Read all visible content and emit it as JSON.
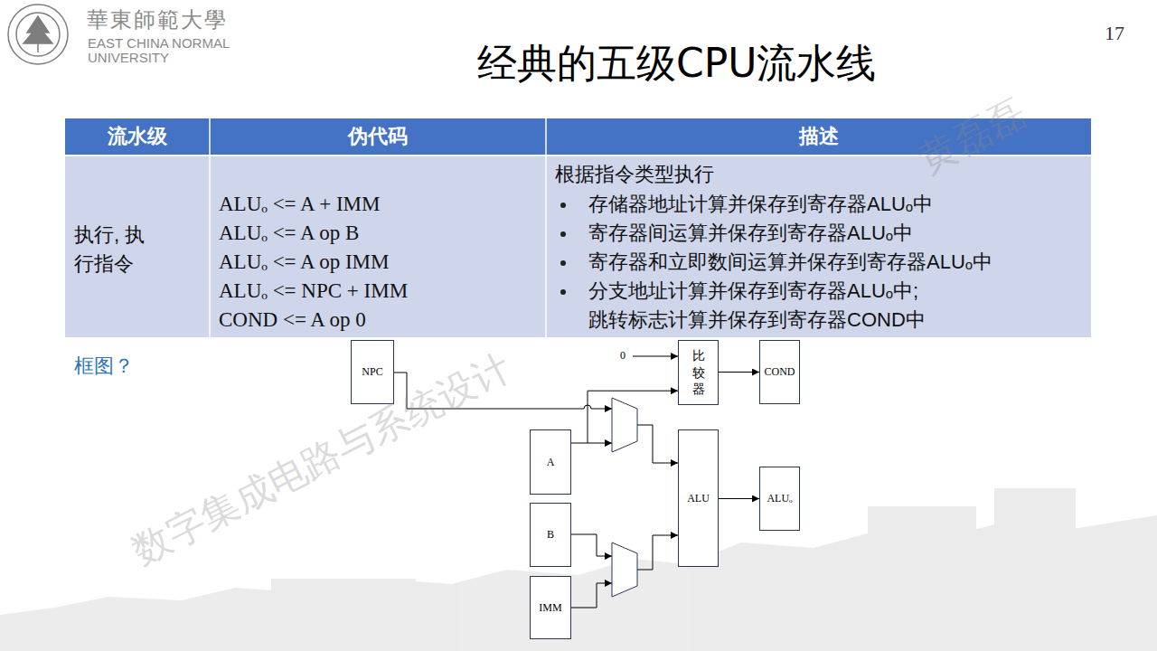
{
  "diagram": {
    "title": "经典的五级CPU流水线",
    "nodes": [
      {
        "text": [
          "NPC"
        ]
      },
      {
        "text": [
          "比较器"
        ]
      },
      {
        "text": [
          "COND"
        ]
      },
      {
        "text": [
          "A"
        ]
      },
      {
        "text": [
          "ALU"
        ]
      },
      {
        "text": [
          "ALUₒ"
        ]
      },
      {
        "text": [
          "B"
        ]
      },
      {
        "text": [
          "IMM"
        ]
      }
    ],
    "edges": [
      {
        "from": 3,
        "to": 1,
        "arrow": "to"
      },
      {
        "from": 1,
        "to": 2,
        "arrow": "to"
      },
      {
        "from": 4,
        "to": 5,
        "arrow": "to"
      }
    ],
    "labels": [
      "17",
      "華東師範大學",
      "EAST CHINA NORMAL UNIVERSITY",
      "流水级",
      "伪代码",
      "描述",
      "执行, 执行指令",
      "ALUₒ <= A + IMM",
      "ALUₒ <= A op B",
      "ALUₒ <= A op IMM",
      "ALUₒ <= NPC + IMM",
      "COND <= A op 0",
      "根据指令类型执行",
      "存储器地址计算并保存到寄存器ALUₒ中",
      "寄存器间运算并保存到寄存器ALUₒ中",
      "寄存器和立即数间运算并保存到寄存器ALUₒ中",
      "分支地址计算并保存到寄存器ALUₒ中; 跳转标志计算并保存到寄存器COND中",
      "框图？",
      "0",
      "数字集成电路与系统设计",
      "黄磊磊"
    ]
  }
}
